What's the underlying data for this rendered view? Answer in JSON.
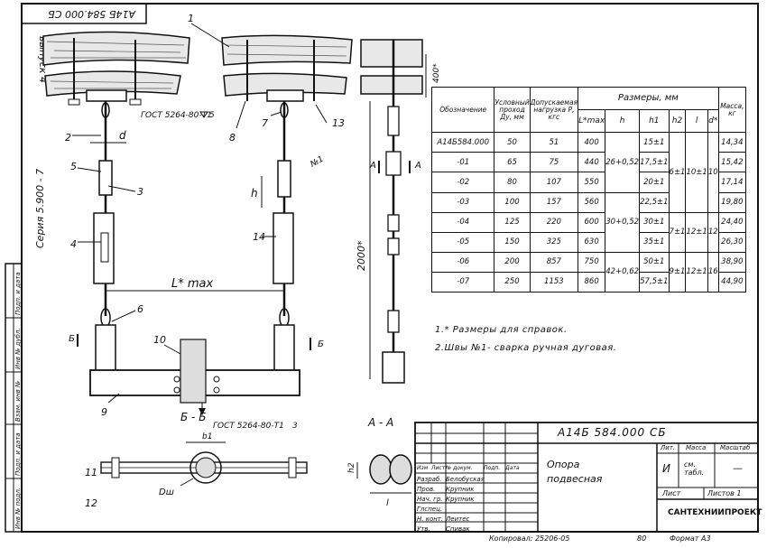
{
  "stamp": {
    "top_code": "А14Б 584.000 СБ",
    "issue": "выпуск 4",
    "series": "Серия 5.900 - 7"
  },
  "labels": {
    "gost_top": "ГОСТ 5264-80-Т1",
    "gost_top_sym": "5",
    "gost_bottom": "ГОСТ 5264-80-Т1",
    "gost_bottom_sym": "3",
    "d": "d",
    "h": "h",
    "lmax": "L* max",
    "dim_400": "400*",
    "dim_2000": "2000*",
    "section_bb": "Б - Б",
    "section_aa": "А - А",
    "sec_a": "А",
    "sec_b": "Б",
    "weld_no1": "№1",
    "b1": "b1",
    "h2": "h2",
    "l": "l",
    "dsh": "Dш",
    "parts": [
      "1",
      "2",
      "3",
      "4",
      "5",
      "6",
      "7",
      "8",
      "9",
      "10",
      "11",
      "12",
      "13",
      "14"
    ]
  },
  "table": {
    "headers": {
      "designation": "Обозначение",
      "dn": "Условный проход Ду, мм",
      "load": "Допускаемая нагрузка Р, кгс",
      "dims": "Размеры, мм",
      "lmax": "L*max",
      "h": "h",
      "h1": "h1",
      "h2": "h2",
      "l": "l",
      "d": "d*",
      "mass": "Масса, кг"
    },
    "rows": [
      {
        "des": "А14Б584.000",
        "dn": "50",
        "load": "51",
        "lmax": "400",
        "h1": "15±1",
        "mass": "14,34"
      },
      {
        "des": "-01",
        "dn": "65",
        "load": "75",
        "lmax": "440",
        "h1": "17,5±1",
        "mass": "15,42"
      },
      {
        "des": "-02",
        "dn": "80",
        "load": "107",
        "lmax": "550",
        "h1": "20±1",
        "mass": "17,14"
      },
      {
        "des": "-03",
        "dn": "100",
        "load": "157",
        "lmax": "560",
        "h1": "22,5±1",
        "mass": "19,80"
      },
      {
        "des": "-04",
        "dn": "125",
        "load": "220",
        "lmax": "600",
        "h1": "30±1",
        "mass": "24,40"
      },
      {
        "des": "-05",
        "dn": "150",
        "load": "325",
        "lmax": "630",
        "h1": "35±1",
        "mass": "26,30"
      },
      {
        "des": "-06",
        "dn": "200",
        "load": "857",
        "lmax": "750",
        "h1": "50±1",
        "mass": "38,90"
      },
      {
        "des": "-07",
        "dn": "250",
        "load": "1153",
        "lmax": "860",
        "h1": "57,5±1",
        "mass": "44,90"
      }
    ],
    "merged": {
      "h_a": "26+0,52",
      "h_b": "30+0,52",
      "h_c": "42+0,62",
      "h2_a": "6±1",
      "h2_b": "7±1",
      "h2_c": "9±1",
      "l_a": "10±1",
      "l_b": "12±1",
      "d_a": "10",
      "d_b": "12",
      "d_c": "16"
    }
  },
  "notes": [
    "1.* Размеры для справок.",
    "2.Швы №1- сварка ручная дуговая."
  ],
  "title_block": {
    "code": "А14Б 584.000 СБ",
    "name_line1": "Опора",
    "name_line2": "подвесная",
    "col_headers": [
      "Изм",
      "Лист",
      "№ докум.",
      "Подп.",
      "Дата"
    ],
    "roles": [
      {
        "role": "Разраб.",
        "name": "Белобуская"
      },
      {
        "role": "Пров.",
        "name": "Крупник"
      },
      {
        "role": "Нач. гр.",
        "name": "Крупник"
      },
      {
        "role": "Глспец.",
        "name": ""
      },
      {
        "role": "Н. конт.",
        "name": "Леитес"
      },
      {
        "role": "Утв.",
        "name": "Спивак"
      }
    ],
    "lit_header": "Лит.",
    "mass_header": "Масса",
    "scale_header": "Масштаб",
    "lit_value": "И",
    "mass_value": "см. табл.",
    "scale_value": "—",
    "sheet": "Лист",
    "sheets": "Листов 1",
    "org": "САНТЕХНИИПРОЕКТ"
  },
  "footer": {
    "copied": "Копировал: 25206-05",
    "num": "80",
    "format": "Формат А3"
  },
  "side_stamp": [
    "Инв № подл.",
    "Подп. и дата",
    "Взам. инв №",
    "Инв № дубл.",
    "Подп. и дата"
  ]
}
